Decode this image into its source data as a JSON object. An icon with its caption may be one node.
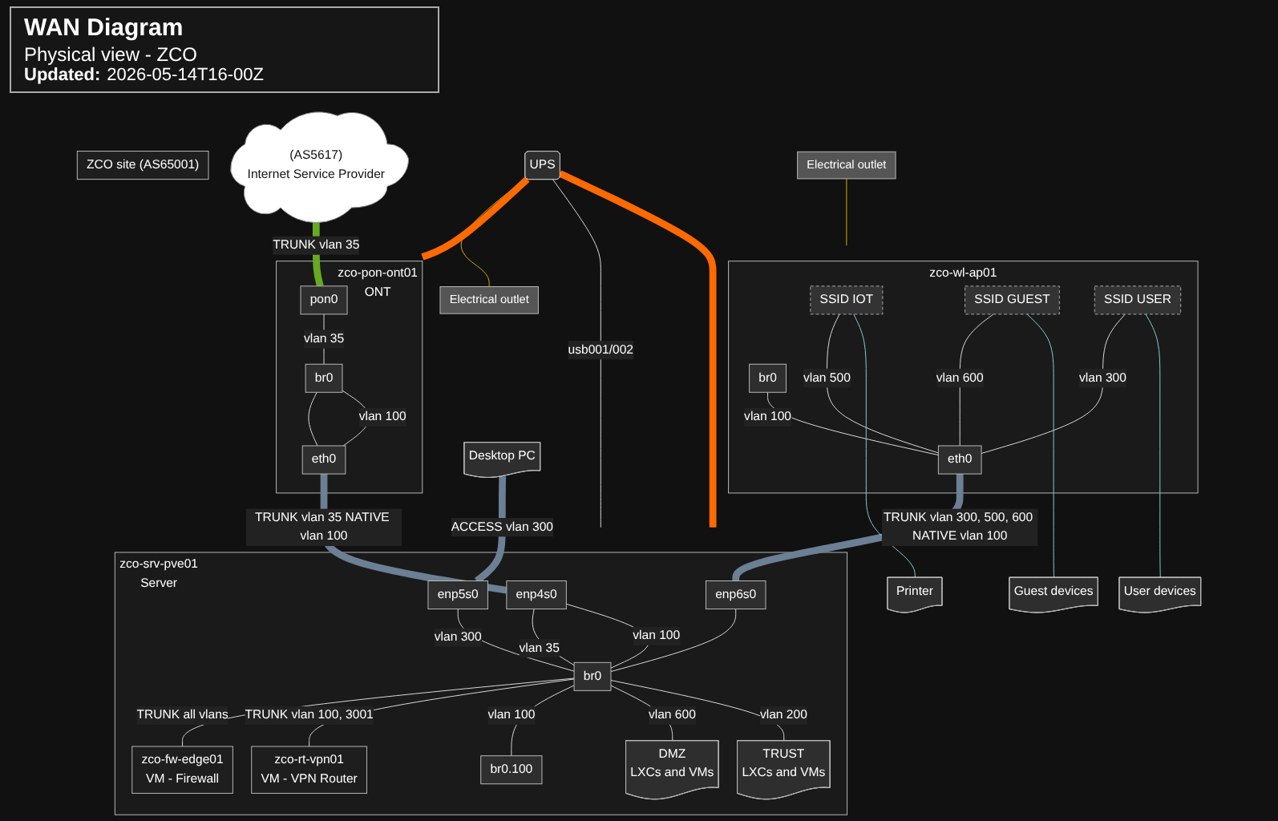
{
  "diagram": {
    "title": "WAN Diagram",
    "nodes": [
      {
        "text": [
          "ZCO site (AS65001)"
        ]
      },
      {
        "text": [
          "(AS5617)",
          "Internet Service Provider"
        ]
      },
      {
        "text": [
          "UPS"
        ]
      },
      {
        "text": [
          "zco-pon-ont01",
          "ONT"
        ]
      },
      {
        "text": [
          "pon0"
        ],
        "in": 3
      },
      {
        "text": [
          "br0"
        ],
        "in": 3
      },
      {
        "text": [
          "eth0"
        ],
        "in": 3
      },
      {
        "text": [
          "Electrical outlet"
        ]
      },
      {
        "text": [
          "Electrical outlet"
        ]
      },
      {
        "text": [
          "zco-wl-ap01"
        ]
      },
      {
        "text": [
          "SSID IOT"
        ],
        "in": 9
      },
      {
        "text": [
          "SSID GUEST"
        ],
        "in": 9
      },
      {
        "text": [
          "SSID USER"
        ],
        "in": 9
      },
      {
        "text": [
          "br0"
        ],
        "in": 9
      },
      {
        "text": [
          "eth0"
        ],
        "in": 9
      },
      {
        "text": [
          "Printer"
        ]
      },
      {
        "text": [
          "Guest devices"
        ]
      },
      {
        "text": [
          "User devices"
        ]
      },
      {
        "text": [
          "Desktop PC"
        ]
      },
      {
        "text": [
          "zco-srv-pve01",
          "Server"
        ]
      },
      {
        "text": [
          "enp4s0"
        ],
        "in": 19
      },
      {
        "text": [
          "enp6s0"
        ],
        "in": 19
      },
      {
        "text": [
          "enp5s0"
        ],
        "in": 19
      },
      {
        "text": [
          "br0"
        ],
        "in": 19
      },
      {
        "text": [
          "br0.100"
        ],
        "in": 19
      },
      {
        "text": [
          "zco-fw-edge01",
          "VM - Firewall"
        ],
        "in": 19
      },
      {
        "text": [
          "zco-rt-vpn01",
          "VM - VPN Router"
        ],
        "in": 19
      },
      {
        "text": [
          "DMZ",
          "LXCs and VMs"
        ],
        "in": 19
      },
      {
        "text": [
          "TRUST",
          "LXCs and VMs"
        ],
        "in": 19
      }
    ],
    "edges": [
      {
        "from": 1,
        "to": 4,
        "arrow": "none",
        "label": "TRUNK vlan 35",
        "style": "thick",
        "color": "#66aa22"
      },
      {
        "from": 4,
        "to": 5,
        "arrow": "none",
        "label": "vlan 35"
      },
      {
        "from": 5,
        "to": 6,
        "arrow": "none"
      },
      {
        "from": 5,
        "to": 6,
        "arrow": "none",
        "label": "vlan 100"
      },
      {
        "from": 2,
        "to": 3,
        "arrow": "none",
        "style": "thick",
        "color": "#ff6a00"
      },
      {
        "from": 2,
        "to": 7,
        "arrow": "none",
        "color": "#d4b000"
      },
      {
        "from": 2,
        "to": 19,
        "arrow": "none",
        "label": "usb001/002"
      },
      {
        "from": 2,
        "to": 19,
        "arrow": "none",
        "style": "thick",
        "color": "#ff6a00"
      },
      {
        "from": 8,
        "to": 9,
        "arrow": "none",
        "color": "#d4b000"
      },
      {
        "from": 6,
        "to": 20,
        "arrow": "none",
        "label": "TRUNK vlan 35 NATIVE vlan 100",
        "style": "thick",
        "color": "#6b7f95"
      },
      {
        "from": 20,
        "to": 23,
        "arrow": "none",
        "label": "vlan 35"
      },
      {
        "from": 20,
        "to": 23,
        "arrow": "none",
        "label": "vlan 100"
      },
      {
        "from": 13,
        "to": 14,
        "arrow": "none",
        "label": "vlan 100"
      },
      {
        "from": 12,
        "to": 14,
        "arrow": "none",
        "label": "vlan 300"
      },
      {
        "from": 11,
        "to": 14,
        "arrow": "none",
        "label": "vlan 600"
      },
      {
        "from": 10,
        "to": 14,
        "arrow": "none",
        "label": "vlan 500"
      },
      {
        "from": 14,
        "to": 21,
        "arrow": "none",
        "label": "TRUNK vlan 300, 500, 600 NATIVE vlan 100",
        "style": "thick",
        "color": "#6b7f95"
      },
      {
        "from": 21,
        "to": 23,
        "arrow": "none"
      },
      {
        "from": 18,
        "to": 22,
        "arrow": "none",
        "label": "ACCESS vlan 300",
        "style": "thick",
        "color": "#6b7f95"
      },
      {
        "from": 22,
        "to": 23,
        "arrow": "none",
        "label": "vlan 300"
      },
      {
        "from": 23,
        "to": 25,
        "arrow": "none",
        "label": "TRUNK all vlans"
      },
      {
        "from": 23,
        "to": 26,
        "arrow": "none",
        "label": "TRUNK vlan 100, 3001"
      },
      {
        "from": 23,
        "to": 24,
        "arrow": "none",
        "label": "vlan 100"
      },
      {
        "from": 23,
        "to": 27,
        "arrow": "none",
        "label": "vlan 600"
      },
      {
        "from": 23,
        "to": 28,
        "arrow": "none",
        "label": "vlan 200"
      },
      {
        "from": 10,
        "to": 15,
        "arrow": "none",
        "color": "#7fd3d3"
      },
      {
        "from": 11,
        "to": 16,
        "arrow": "none",
        "color": "#7fd3d3"
      },
      {
        "from": 12,
        "to": 17,
        "arrow": "none",
        "color": "#7fd3d3"
      }
    ],
    "labels": [
      "Physical view - ZCO",
      "Updated:",
      "2026-05-14T16-00Z"
    ]
  }
}
